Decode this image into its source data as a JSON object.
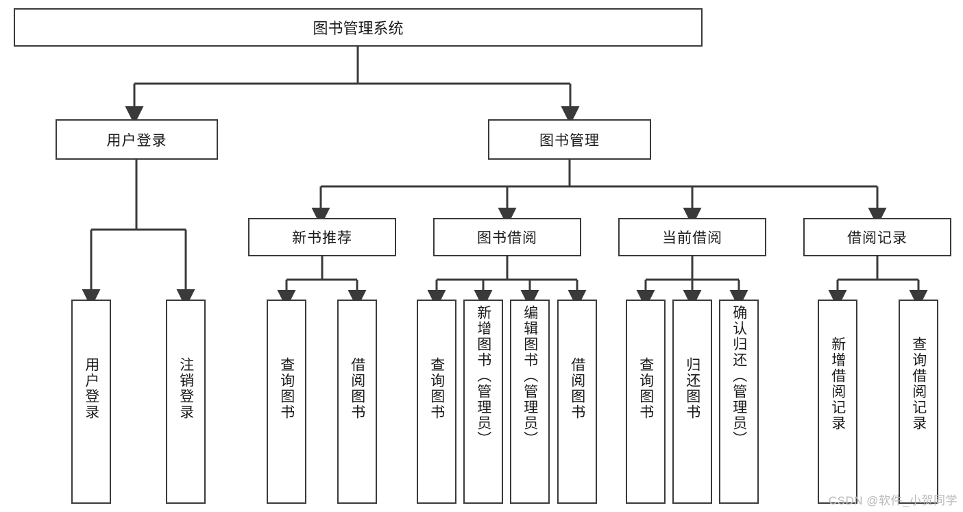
{
  "diagram": {
    "type": "tree-hierarchy",
    "title": "图书管理系统",
    "root": {
      "label": "图书管理系统"
    },
    "level2": [
      {
        "label": "用户登录"
      },
      {
        "label": "图书管理"
      }
    ],
    "level3": [
      {
        "label": "新书推荐"
      },
      {
        "label": "图书借阅"
      },
      {
        "label": "当前借阅"
      },
      {
        "label": "借阅记录"
      }
    ],
    "leaves": {
      "user_login": [
        {
          "label": "用户登录"
        },
        {
          "label": "注销登录"
        }
      ],
      "new_book_recommend": [
        {
          "label": "查询图书"
        },
        {
          "label": "借阅图书"
        }
      ],
      "book_borrow": [
        {
          "label": "查询图书"
        },
        {
          "label": "新增图书（管理员）"
        },
        {
          "label": "编辑图书（管理员）"
        },
        {
          "label": "借阅图书"
        }
      ],
      "current_borrow": [
        {
          "label": "查询图书"
        },
        {
          "label": "归还图书"
        },
        {
          "label": "确认归还（管理员）"
        }
      ],
      "borrow_record": [
        {
          "label": "新增借阅记录"
        },
        {
          "label": "查询借阅记录"
        }
      ]
    }
  },
  "watermark": {
    "text": "CSDN @软件_小贺同学"
  },
  "colors": {
    "border": "#3a3a3a",
    "text": "#1b1b1b",
    "background": "#ffffff",
    "watermark": "#b9b9b9"
  }
}
